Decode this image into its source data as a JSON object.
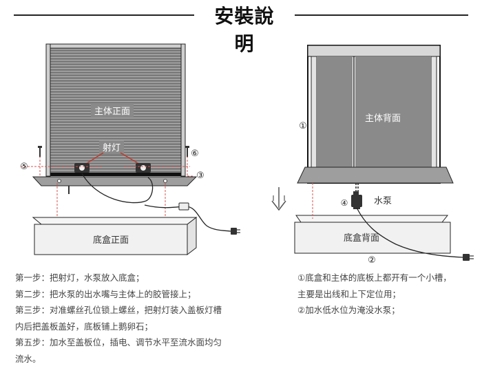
{
  "title": "安裝說明",
  "left_figure": {
    "main_front_label": "主体正面",
    "spotlight_label": "射灯",
    "base_front_label": "底盒正面",
    "marker_3": "③",
    "marker_5": "⑤",
    "marker_6": "⑥"
  },
  "right_figure": {
    "main_back_label": "主体背面",
    "pump_label": "水泵",
    "base_back_label": "底盒背面",
    "marker_1": "①",
    "marker_2": "②",
    "marker_4": "④"
  },
  "steps": [
    "第一步：把射灯，水泵放入底盒；",
    "第二步：把水泵的出水嘴与主体上的胶管接上；",
    "第三步：对准螺丝孔位锁上螺丝，把射灯装入盖板灯槽",
    "内后把盖板盖好，底板铺上鹅卵石；",
    "第五步：加水至盖板位，插电、调节水平至流水面均匀",
    "流水。"
  ],
  "notes": [
    "①底盒和主体的底板上都开有一个小槽，",
    "主要是出线和上下定位用；",
    "②加水低水位为淹没水泵；"
  ],
  "colors": {
    "marker_red": "#d9534f",
    "panel_face": "#8a8a8a",
    "line": "#222222"
  }
}
